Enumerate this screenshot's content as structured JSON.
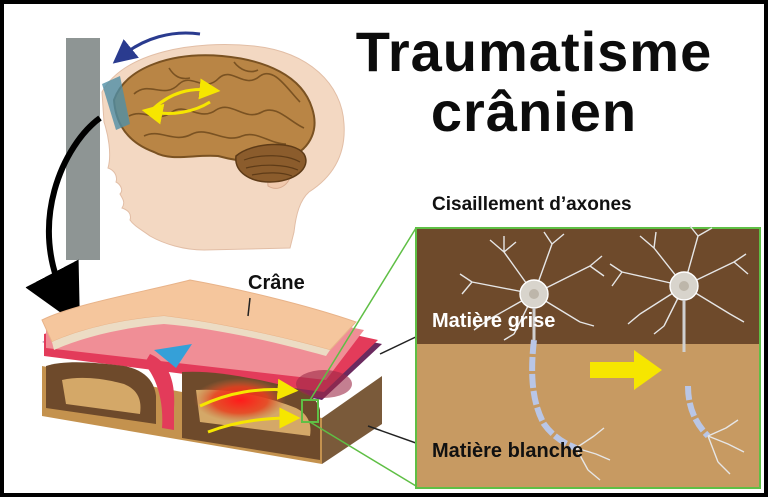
{
  "title": {
    "line1": "Traumatisme",
    "line2": "crânien"
  },
  "labels": {
    "axon_shearing": "Cisaillement d’axones",
    "skull": "Crâne",
    "grey_matter": "Matière grise",
    "white_matter": "Matière blanche"
  },
  "colors": {
    "grey_matter_bg": "#6e4a2b",
    "white_matter_bg": "#c79a62",
    "arrow_yellow": "#f6e600",
    "arrow_blue": "#2a3b8f",
    "wall_grey": "#8e9594",
    "brain_tan": "#b98545",
    "skin": "#f3d8c2",
    "inset_border": "#5fbf45"
  }
}
